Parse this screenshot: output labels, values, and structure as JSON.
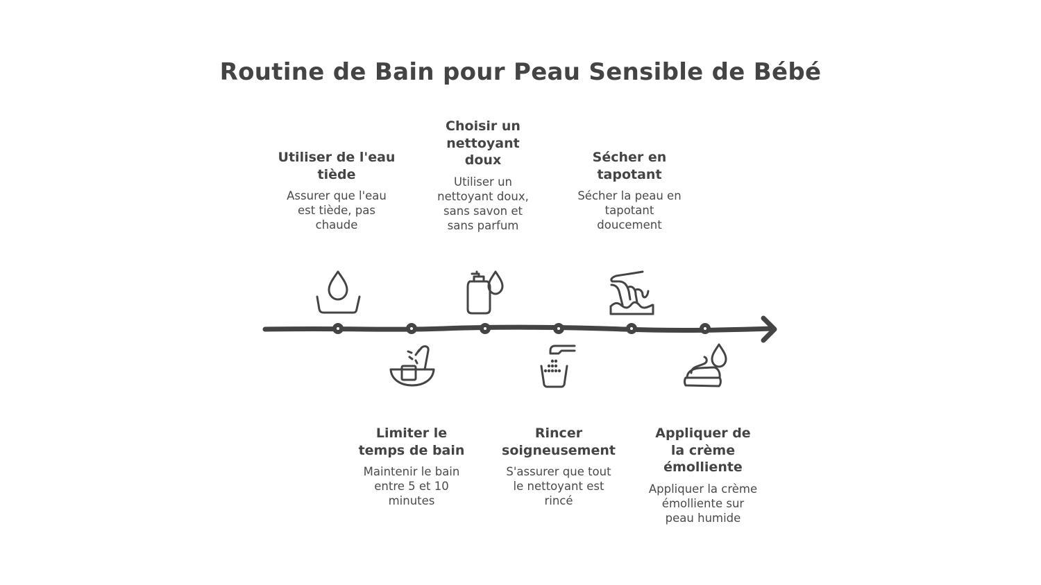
{
  "title": "Routine de Bain pour Peau Sensible de Bébé",
  "colors": {
    "ink": "#444444",
    "background": "#ffffff"
  },
  "timeline": {
    "orientation": "horizontal",
    "arrow": "right",
    "markers_x": [
      487,
      593,
      699,
      805,
      910,
      1016
    ]
  },
  "steps": [
    {
      "position": "above",
      "icon": "water-drop-basin-icon",
      "heading": "Utiliser de l'eau tiède",
      "description": "Assurer que l'eau est tiède, pas chaude"
    },
    {
      "position": "below",
      "icon": "bath-timer-shower-icon",
      "heading": "Limiter le temps de bain",
      "description": "Maintenir le bain entre 5 et 10 minutes"
    },
    {
      "position": "above",
      "icon": "soap-pump-drop-icon",
      "heading": "Choisir un nettoyant doux",
      "description": "Utiliser un nettoyant doux, sans savon et sans parfum"
    },
    {
      "position": "below",
      "icon": "faucet-rinse-cup-icon",
      "heading": "Rincer soigneusement",
      "description": "S'assurer que tout le nettoyant est rincé"
    },
    {
      "position": "above",
      "icon": "hand-pat-towel-icon",
      "heading": "Sécher en tapotant",
      "description": "Sécher la peau en tapotant doucement"
    },
    {
      "position": "below",
      "icon": "cream-jar-drop-icon",
      "heading": "Appliquer de la crème émolliente",
      "description": "Appliquer la crème émolliente sur peau humide"
    }
  ]
}
